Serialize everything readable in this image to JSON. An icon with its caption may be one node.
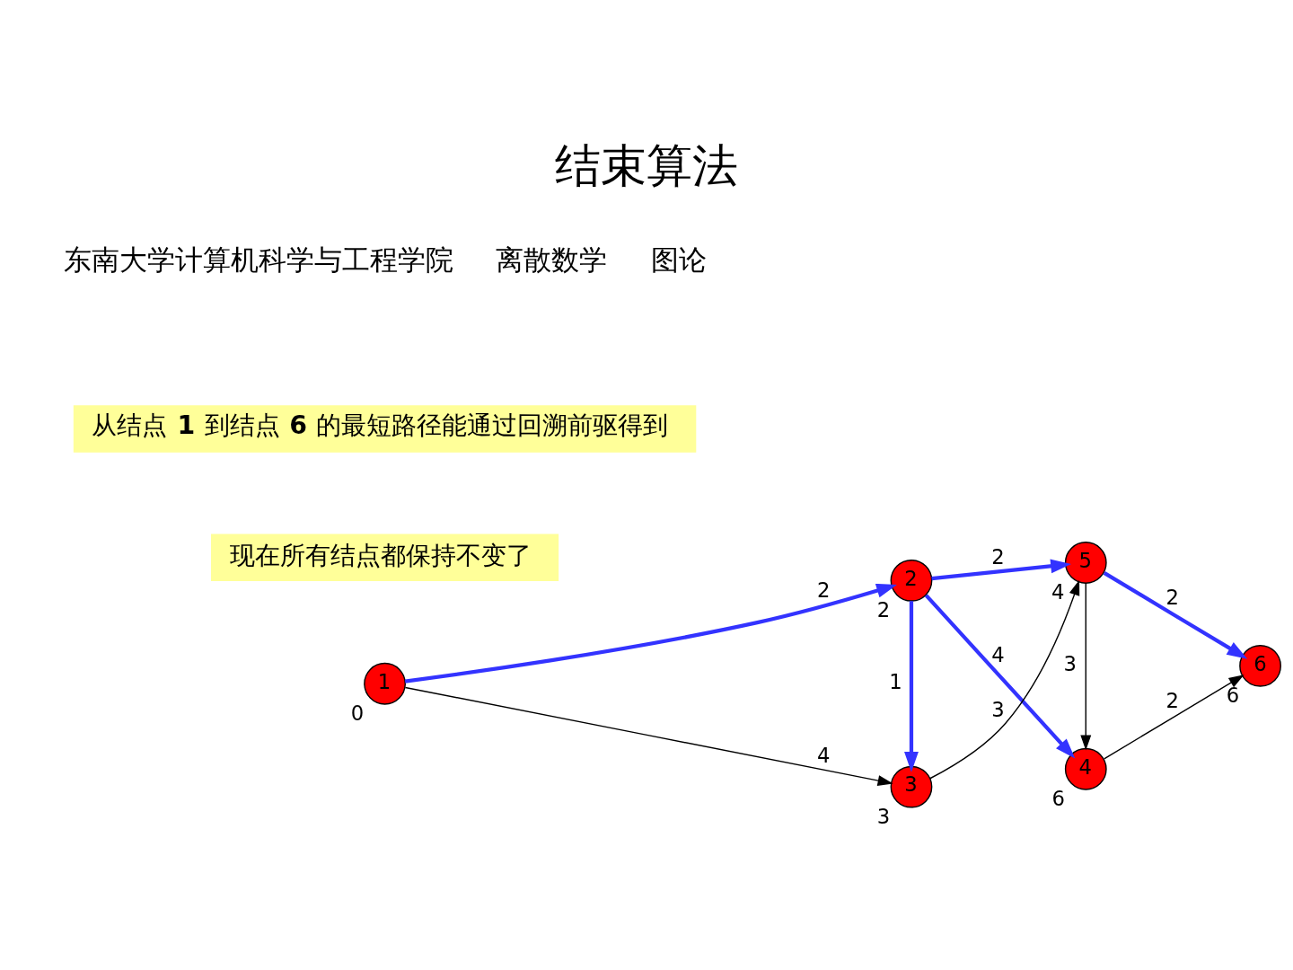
{
  "diagram": {
    "title": "结束算法",
    "nodes": [
      {
        "text": [
          "1"
        ],
        "beside": [
          "0"
        ]
      },
      {
        "text": [
          "2"
        ],
        "beside": [
          "2"
        ]
      },
      {
        "text": [
          "4"
        ],
        "beside": [
          "6"
        ]
      },
      {
        "text": [
          "3"
        ],
        "beside": [
          "3"
        ]
      },
      {
        "text": [
          "5"
        ],
        "beside": [
          "4"
        ]
      },
      {
        "text": [
          "6"
        ],
        "beside": [
          "6"
        ]
      },
      {
        "text": [
          "现在所有结点都保持不变了"
        ]
      },
      {
        "text": [
          "从结点 **1** 到结点 **6** 的最短路径能通过回溯前驱得到"
        ]
      }
    ],
    "edges": [
      {
        "from": 0,
        "to": 1,
        "arrow": "to",
        "label": "2"
      },
      {
        "from": 1,
        "to": 2,
        "arrow": "to",
        "label": "4"
      },
      {
        "from": 1,
        "to": 3,
        "arrow": "to",
        "label": "1"
      },
      {
        "from": 1,
        "to": 4,
        "arrow": "to",
        "label": "2"
      },
      {
        "from": 0,
        "to": 3,
        "arrow": "to",
        "label": "4",
        "color": "#000000"
      },
      {
        "from": 4,
        "to": 2,
        "arrow": "to",
        "label": "3",
        "color": "#000000"
      },
      {
        "from": 2,
        "to": 5,
        "arrow": "to",
        "label": "2",
        "color": "#000000"
      },
      {
        "from": 3,
        "to": 4,
        "arrow": "to",
        "label": "3",
        "color": "#000000"
      },
      {
        "from": 4,
        "to": 5,
        "arrow": "to",
        "label": "2"
      }
    ],
    "labels": [
      "东南大学计算机科学与工程学院",
      "离散数学",
      "图论"
    ]
  }
}
